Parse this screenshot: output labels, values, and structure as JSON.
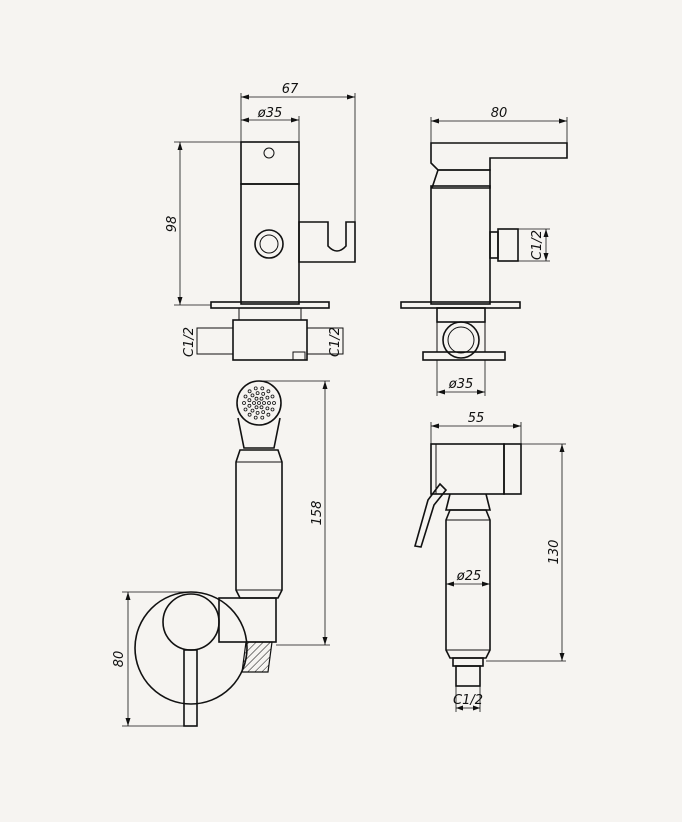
{
  "dimensions": {
    "front_width": "67",
    "front_diameter": "ø35",
    "front_height": "98",
    "front_thread_left": "C1/2",
    "front_thread_right": "C1/2",
    "side_width": "80",
    "side_thread": "C1/2",
    "side_diameter": "ø35",
    "sprayer_height": "158",
    "flange_diameter": "80",
    "shower_width": "55",
    "shower_diameter": "ø25",
    "shower_height": "130",
    "shower_thread": "C1/2"
  },
  "colors": {
    "background": "#f6f4f1",
    "line": "#111111"
  }
}
